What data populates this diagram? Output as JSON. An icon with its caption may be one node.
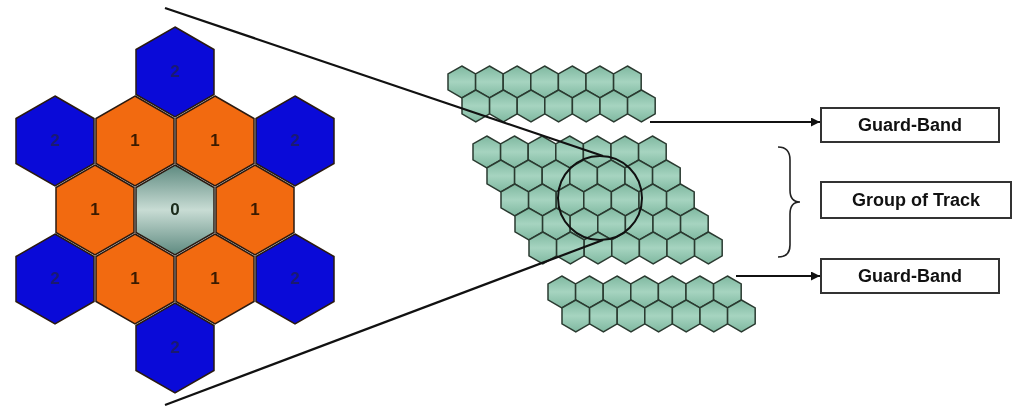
{
  "diagram": {
    "nodes": [
      {
        "text": [
          "2"
        ]
      },
      {
        "text": [
          "2"
        ]
      },
      {
        "text": [
          "1"
        ]
      },
      {
        "text": [
          "1"
        ]
      },
      {
        "text": [
          "2"
        ]
      },
      {
        "text": [
          "1"
        ]
      },
      {
        "text": [
          "0"
        ]
      },
      {
        "text": [
          "1"
        ]
      },
      {
        "text": [
          "2"
        ]
      },
      {
        "text": [
          "1"
        ]
      },
      {
        "text": [
          "1"
        ]
      },
      {
        "text": [
          "2"
        ]
      },
      {
        "text": [
          "2"
        ]
      },
      {
        "text": [],
        "shape": "picture"
      },
      {
        "text": [
          "Guard-Band"
        ]
      },
      {
        "text": [],
        "shape": "picture"
      },
      {
        "text": [
          "Group of Track"
        ]
      },
      {
        "text": [],
        "shape": "picture"
      },
      {
        "text": [
          "Guard-Band"
        ]
      },
      {
        "text": [],
        "shape": "circle",
        "in": 15
      }
    ],
    "edges": [
      {
        "from": 13,
        "to": 14,
        "arrow": "to"
      },
      {
        "from": 17,
        "to": 18,
        "arrow": "to"
      }
    ]
  }
}
